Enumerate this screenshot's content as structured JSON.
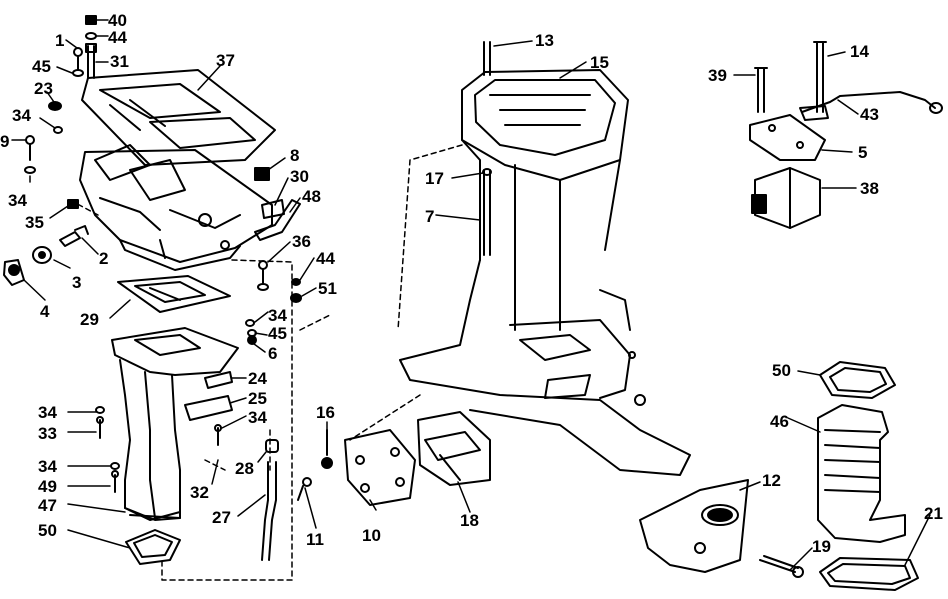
{
  "diagram": {
    "callouts": [
      {
        "id": "c40",
        "text": "40"
      },
      {
        "id": "c44a",
        "text": "44"
      },
      {
        "id": "c1",
        "text": "1"
      },
      {
        "id": "c45a",
        "text": "45"
      },
      {
        "id": "c31",
        "text": "31"
      },
      {
        "id": "c37",
        "text": "37"
      },
      {
        "id": "c23",
        "text": "23"
      },
      {
        "id": "c34a",
        "text": "34"
      },
      {
        "id": "c9",
        "text": "9"
      },
      {
        "id": "c8",
        "text": "8"
      },
      {
        "id": "c30",
        "text": "30"
      },
      {
        "id": "c48",
        "text": "48"
      },
      {
        "id": "c34b",
        "text": "34"
      },
      {
        "id": "c35",
        "text": "35"
      },
      {
        "id": "c2",
        "text": "2"
      },
      {
        "id": "c3",
        "text": "3"
      },
      {
        "id": "c4",
        "text": "4"
      },
      {
        "id": "c36",
        "text": "36"
      },
      {
        "id": "c44b",
        "text": "44"
      },
      {
        "id": "c51",
        "text": "51"
      },
      {
        "id": "c29",
        "text": "29"
      },
      {
        "id": "c34c",
        "text": "34"
      },
      {
        "id": "c45b",
        "text": "45"
      },
      {
        "id": "c6",
        "text": "6"
      },
      {
        "id": "c24",
        "text": "24"
      },
      {
        "id": "c25",
        "text": "25"
      },
      {
        "id": "c34d",
        "text": "34"
      },
      {
        "id": "c34e",
        "text": "34"
      },
      {
        "id": "c33",
        "text": "33"
      },
      {
        "id": "c34f",
        "text": "34"
      },
      {
        "id": "c49",
        "text": "49"
      },
      {
        "id": "c47",
        "text": "47"
      },
      {
        "id": "c50a",
        "text": "50"
      },
      {
        "id": "c28",
        "text": "28"
      },
      {
        "id": "c32",
        "text": "32"
      },
      {
        "id": "c27",
        "text": "27"
      },
      {
        "id": "c16",
        "text": "16"
      },
      {
        "id": "c11",
        "text": "11"
      },
      {
        "id": "c10",
        "text": "10"
      },
      {
        "id": "c18",
        "text": "18"
      },
      {
        "id": "c13",
        "text": "13"
      },
      {
        "id": "c15",
        "text": "15"
      },
      {
        "id": "c17",
        "text": "17"
      },
      {
        "id": "c7",
        "text": "7"
      },
      {
        "id": "c14",
        "text": "14"
      },
      {
        "id": "c39",
        "text": "39"
      },
      {
        "id": "c43",
        "text": "43"
      },
      {
        "id": "c5",
        "text": "5"
      },
      {
        "id": "c38",
        "text": "38"
      },
      {
        "id": "c50b",
        "text": "50"
      },
      {
        "id": "c46",
        "text": "46"
      },
      {
        "id": "c12",
        "text": "12"
      },
      {
        "id": "c19",
        "text": "19"
      },
      {
        "id": "c21",
        "text": "21"
      }
    ]
  }
}
